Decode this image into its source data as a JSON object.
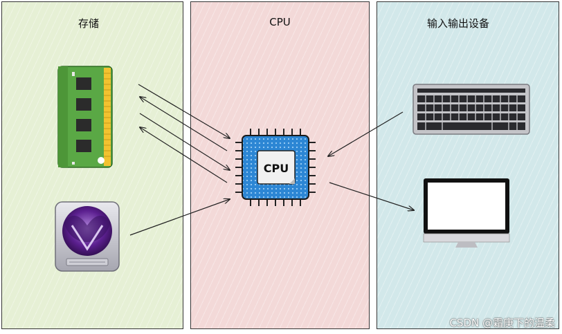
{
  "panels": {
    "storage": {
      "title": "存储"
    },
    "cpu": {
      "title": "CPU"
    },
    "io": {
      "title": "输入输出设备"
    }
  },
  "devices": {
    "cpu_chip_label": "CPU",
    "ram": {
      "icon": "ram-module-icon"
    },
    "hard_drive": {
      "icon": "hard-drive-icon"
    },
    "keyboard": {
      "icon": "keyboard-icon"
    },
    "monitor": {
      "icon": "monitor-icon"
    }
  },
  "colors": {
    "storage_bg": "#e6f0d5",
    "cpu_bg": "#f3d9d8",
    "io_bg": "#d2e8ea",
    "cpu_chip": "#2c86d4"
  },
  "watermark": "CSDN @霜庚下的温柔"
}
